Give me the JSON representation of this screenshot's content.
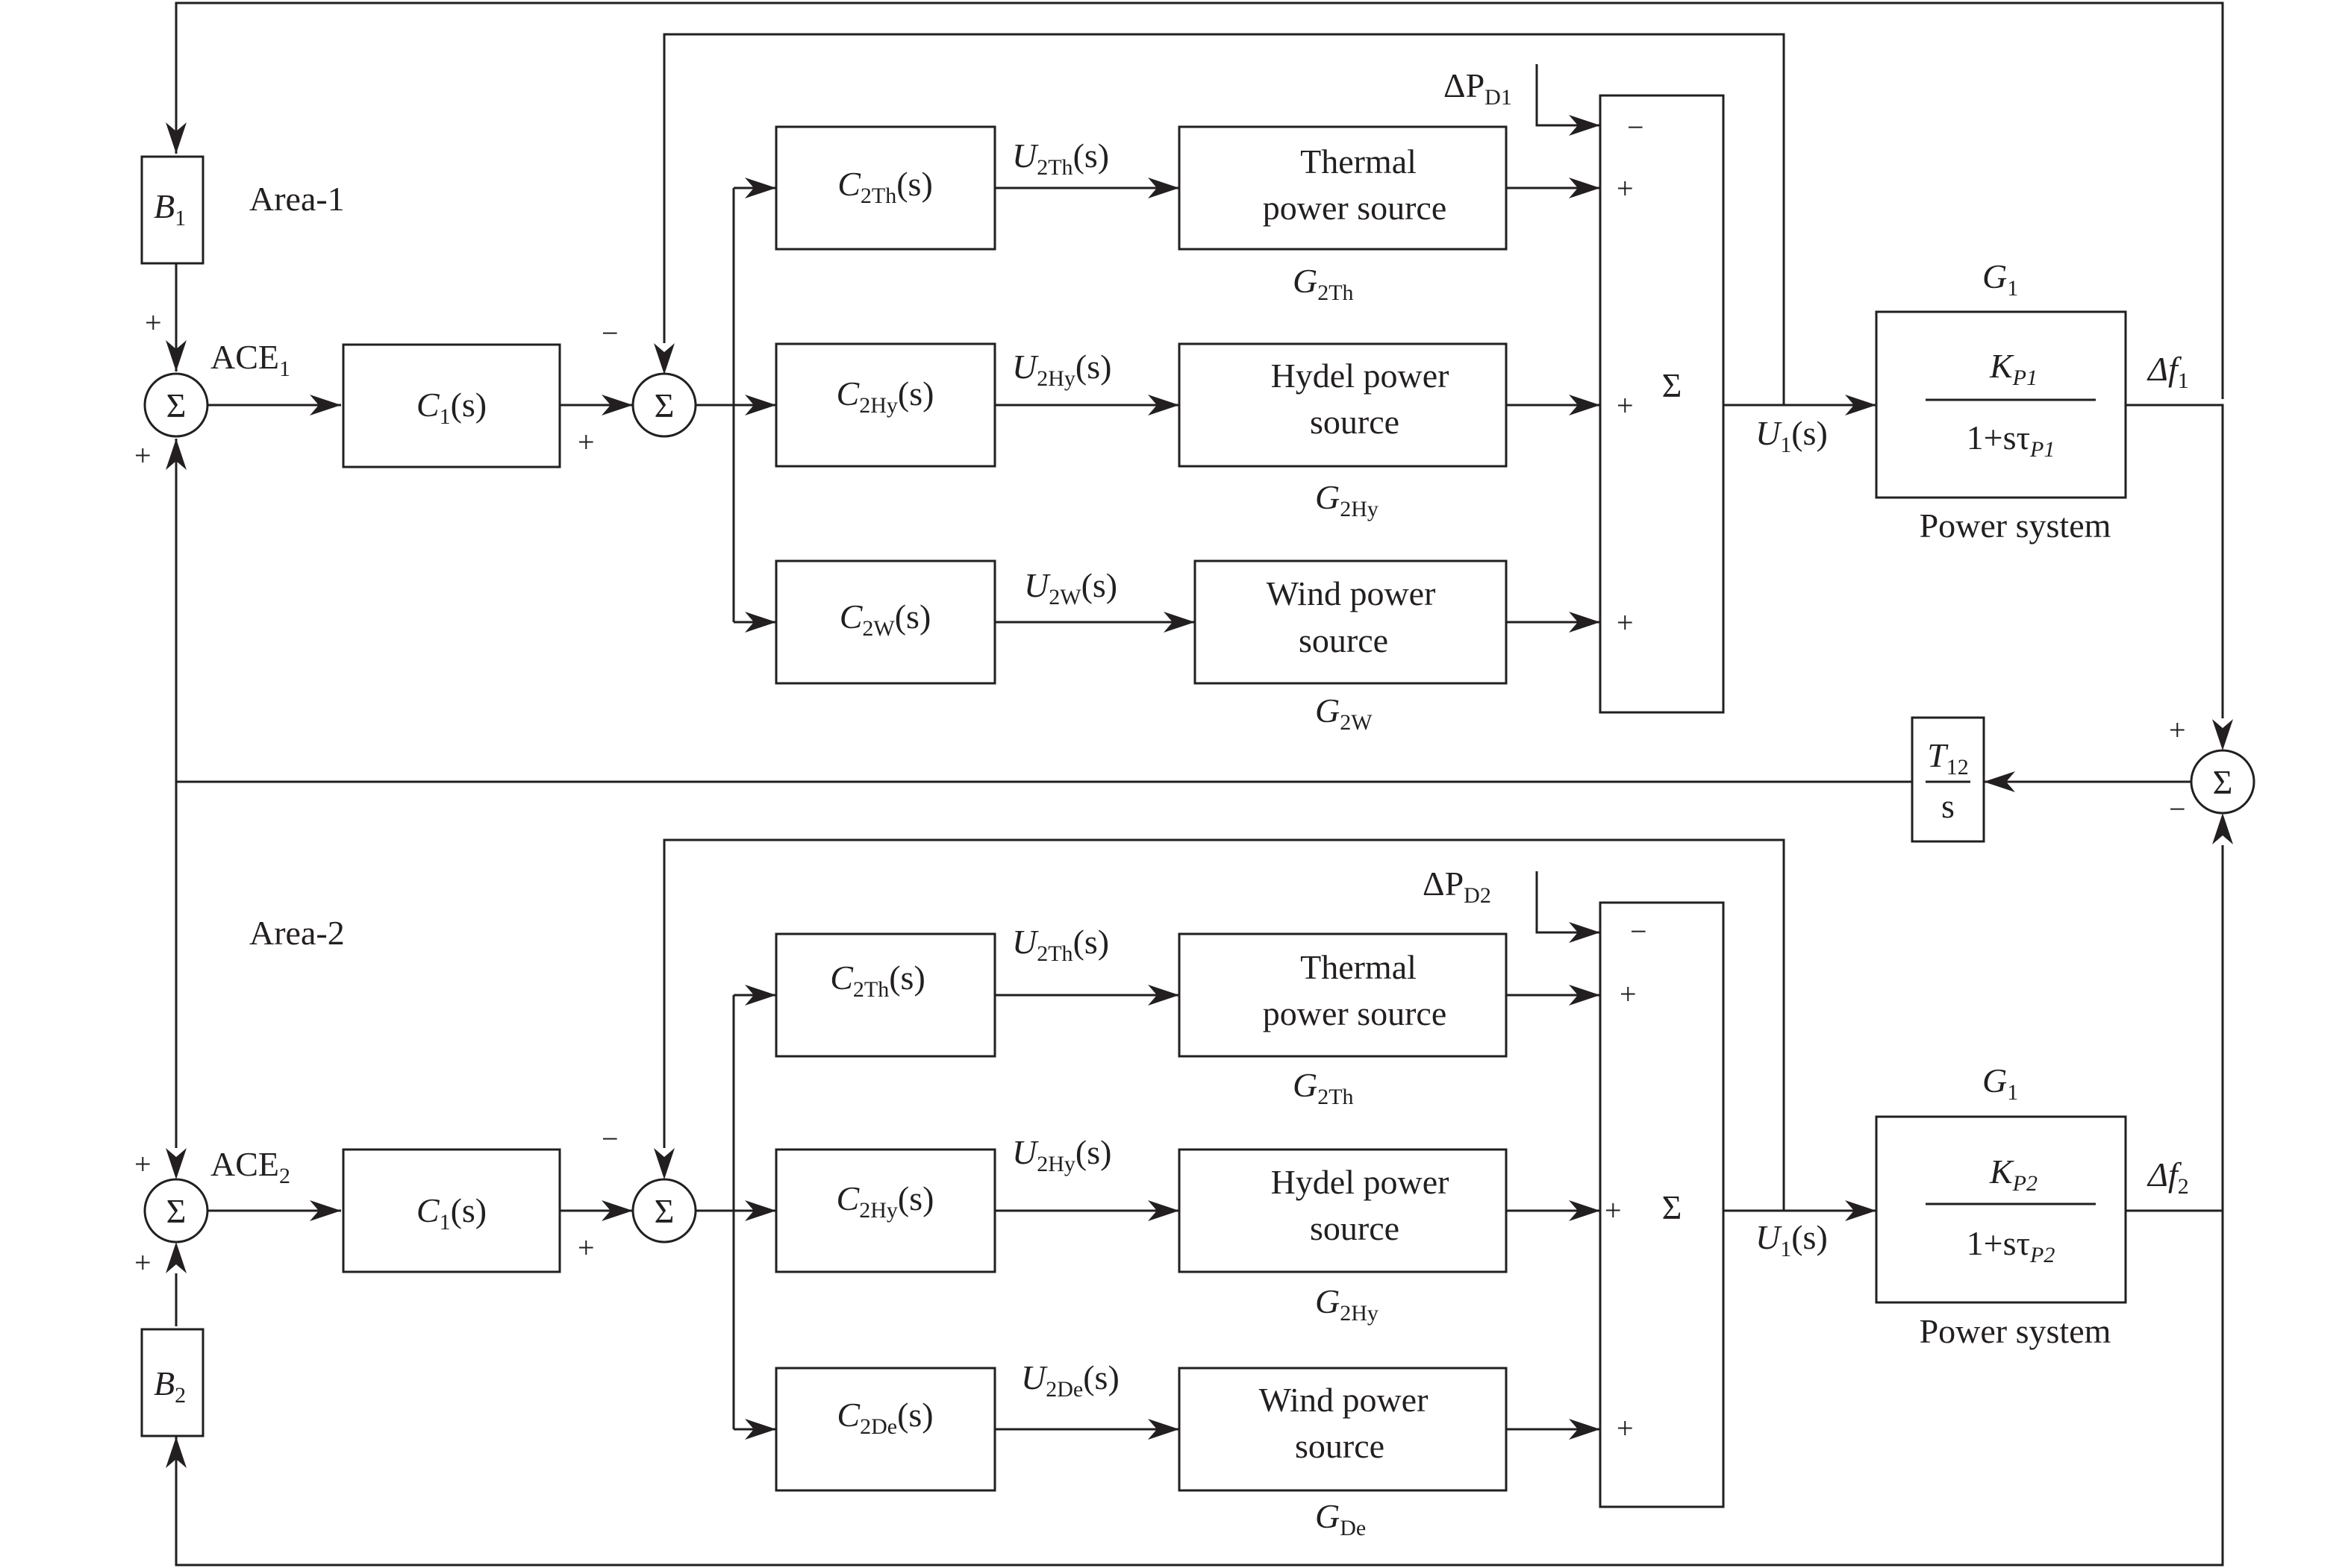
{
  "area1": {
    "title": "Area-1",
    "B": {
      "sym": "B",
      "sub": "1"
    },
    "sum_main": {
      "glyph": "Σ",
      "sign_top": "+",
      "sign_bottom": "+"
    },
    "ace": {
      "sym": "ACE",
      "sub": "1"
    },
    "C": {
      "sym": "C",
      "sub": "1",
      "arg": "(s)"
    },
    "sum_inner": {
      "glyph": "Σ",
      "sign_top": "−",
      "sign_bottom": "+"
    },
    "controllers": [
      {
        "sym": "C",
        "sub": "2Th",
        "arg": "(s)"
      },
      {
        "sym": "C",
        "sub": "2Hy",
        "arg": "(s)"
      },
      {
        "sym": "C",
        "sub": "2W",
        "arg": "(s)"
      }
    ],
    "signals": [
      {
        "sym": "U",
        "sub": "2Th",
        "arg": "(s)"
      },
      {
        "sym": "U",
        "sub": "2Hy",
        "arg": "(s)"
      },
      {
        "sym": "U",
        "sub": "2W",
        "arg": "(s)"
      }
    ],
    "sources": [
      {
        "line1": "Thermal",
        "line2": "power source",
        "gsym": "G",
        "gsub": "2Th"
      },
      {
        "line1": "Hydel power",
        "line2": "source",
        "gsym": "G",
        "gsub": "2Hy"
      },
      {
        "line1": "Wind power",
        "line2": "source",
        "gsym": "G",
        "gsub": "2W"
      }
    ],
    "disturbance": {
      "sym": "ΔP",
      "sub": "D1"
    },
    "sum_big": {
      "glyph": "Σ",
      "signs": [
        "−",
        "+",
        "+",
        "+"
      ]
    },
    "U_out": {
      "sym": "U",
      "sub": "1",
      "arg": "(s)"
    },
    "plant": {
      "title_sym": "G",
      "title_sub": "1",
      "num_sym": "K",
      "num_sub": "P1",
      "den": "1+sτ",
      "den_sub": "P1",
      "caption": "Power system"
    },
    "df": {
      "sym": "Δf",
      "sub": "1"
    }
  },
  "area2": {
    "title": "Area-2",
    "B": {
      "sym": "B",
      "sub": "2"
    },
    "sum_main": {
      "glyph": "Σ",
      "sign_top": "+",
      "sign_bottom": "+"
    },
    "ace": {
      "sym": "ACE",
      "sub": "2"
    },
    "C": {
      "sym": "C",
      "sub": "1",
      "arg": "(s)"
    },
    "sum_inner": {
      "glyph": "Σ",
      "sign_top": "−",
      "sign_bottom": "+"
    },
    "controllers": [
      {
        "sym": "C",
        "sub": "2Th",
        "arg": "(s)"
      },
      {
        "sym": "C",
        "sub": "2Hy",
        "arg": "(s)"
      },
      {
        "sym": "C",
        "sub": "2De",
        "arg": "(s)"
      }
    ],
    "signals": [
      {
        "sym": "U",
        "sub": "2Th",
        "arg": "(s)"
      },
      {
        "sym": "U",
        "sub": "2Hy",
        "arg": "(s)"
      },
      {
        "sym": "U",
        "sub": "2De",
        "arg": "(s)"
      }
    ],
    "sources": [
      {
        "line1": "Thermal",
        "line2": "power source",
        "gsym": "G",
        "gsub": "2Th"
      },
      {
        "line1": "Hydel power",
        "line2": "source",
        "gsym": "G",
        "gsub": "2Hy"
      },
      {
        "line1": "Wind power",
        "line2": "source",
        "gsym": "G",
        "gsub": "De"
      }
    ],
    "disturbance": {
      "sym": "ΔP",
      "sub": "D2"
    },
    "sum_big": {
      "glyph": "Σ",
      "signs": [
        "−",
        "+",
        "+",
        "+"
      ]
    },
    "U_out": {
      "sym": "U",
      "sub": "1",
      "arg": "(s)"
    },
    "plant": {
      "title_sym": "G",
      "title_sub": "1",
      "num_sym": "K",
      "num_sub": "P2",
      "den": "1+sτ",
      "den_sub": "P2",
      "caption": "Power system"
    },
    "df": {
      "sym": "Δf",
      "sub": "2"
    }
  },
  "tie": {
    "num_sym": "T",
    "num_sub": "12",
    "den": "s",
    "sum": {
      "glyph": "Σ",
      "sign_top": "+",
      "sign_bottom": "−"
    }
  }
}
